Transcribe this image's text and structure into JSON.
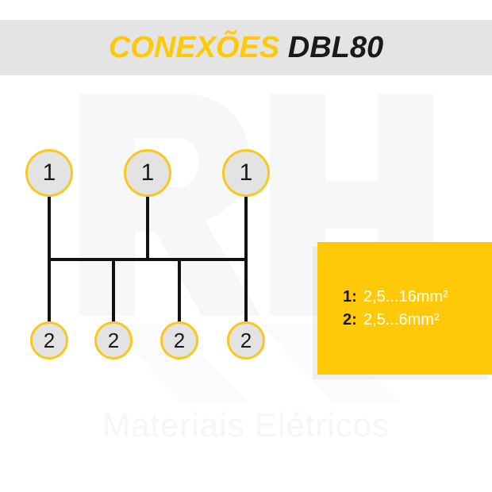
{
  "header": {
    "title_highlight": "CONEXÕES",
    "title_dark": "DBL80",
    "background_color": "#e4e4e4",
    "highlight_color": "#ffc907",
    "dark_color": "#1a1a1a"
  },
  "watermark": {
    "logo_text": "RH",
    "tagline": "Materiais Elétricos"
  },
  "diagram": {
    "top_terminals": [
      {
        "label": "1"
      },
      {
        "label": "1"
      },
      {
        "label": "1"
      }
    ],
    "bottom_terminals": [
      {
        "label": "2"
      },
      {
        "label": "2"
      },
      {
        "label": "2"
      },
      {
        "label": "2"
      }
    ],
    "terminal_border_color": "#f7c81e",
    "terminal_fill_color": "#e3e3e3",
    "wire_color": "#121212"
  },
  "legend": {
    "background_color": "#ffc907",
    "rows": [
      {
        "key": "1:",
        "value": "2,5...16mm²"
      },
      {
        "key": "2:",
        "value": "2,5...6mm²"
      }
    ]
  }
}
